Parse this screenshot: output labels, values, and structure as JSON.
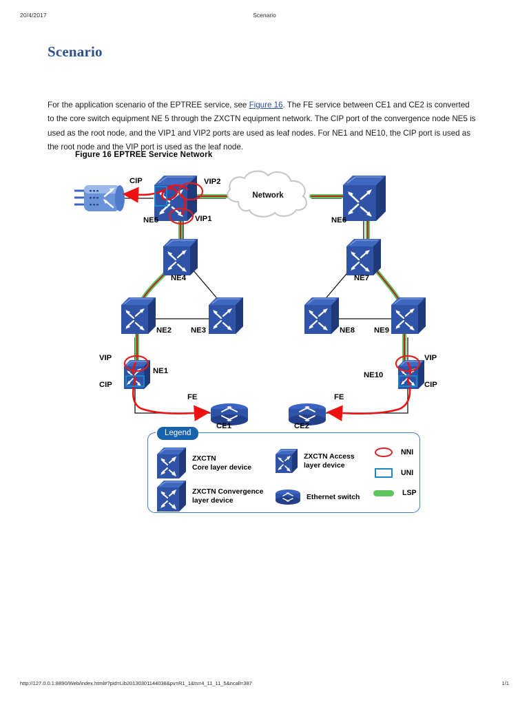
{
  "header": {
    "date": "20/4/2017",
    "title": "Scenario"
  },
  "heading": "Scenario",
  "body": {
    "before_link": "For the application scenario of the EPTREE service, see ",
    "link": "Figure 16",
    "after_link": ". The FE service between CE1 and CE2 is converted to the core switch equipment NE 5 through the ZXCTN equipment network. The CIP port of the convergence node NE5 is used as the root node, and the VIP1 and VIP2 ports are used as leaf nodes. For NE1 and NE10, the CIP port is used as the root node and the VIP port is used as the leaf node."
  },
  "figure": {
    "caption": "Figure 16  EPTREE Service Network",
    "cloud_label": "Network",
    "nodes": [
      {
        "id": "core-switch",
        "label": "",
        "type": "ethernet-core-switch"
      },
      {
        "id": "ne5",
        "label": "NE5",
        "type": "zxctn-core"
      },
      {
        "id": "ne6",
        "label": "NE6",
        "type": "zxctn-core"
      },
      {
        "id": "ne4",
        "label": "NE4",
        "type": "zxctn-convergence"
      },
      {
        "id": "ne7",
        "label": "NE7",
        "type": "zxctn-convergence"
      },
      {
        "id": "ne2",
        "label": "NE2",
        "type": "zxctn-convergence"
      },
      {
        "id": "ne3",
        "label": "NE3",
        "type": "zxctn-convergence"
      },
      {
        "id": "ne8",
        "label": "NE8",
        "type": "zxctn-convergence"
      },
      {
        "id": "ne9",
        "label": "NE9",
        "type": "zxctn-convergence"
      },
      {
        "id": "ne1",
        "label": "NE1",
        "type": "zxctn-access"
      },
      {
        "id": "ne10",
        "label": "NE10",
        "type": "zxctn-access"
      },
      {
        "id": "ce1",
        "label": "CE1",
        "type": "ethernet-switch"
      },
      {
        "id": "ce2",
        "label": "CE2",
        "type": "ethernet-switch"
      }
    ],
    "port_labels": {
      "ne5_cip": "CIP",
      "ne5_vip2": "VIP2",
      "ne5_vip1": "VIP1",
      "ne1_vip": "VIP",
      "ne1_cip": "CIP",
      "ne10_vip": "VIP",
      "ne10_cip": "CIP"
    },
    "link_labels": {
      "ce1_fe": "FE",
      "ce2_fe": "FE"
    }
  },
  "legend": {
    "title": "Legend",
    "entries": [
      {
        "icon": "zxctn-core-device-icon",
        "line1": "ZXCTN",
        "line2": "Core layer device"
      },
      {
        "icon": "zxctn-convergence-device-icon",
        "line1": "ZXCTN Convergence",
        "line2": "layer device"
      },
      {
        "icon": "zxctn-access-device-icon",
        "line1": "ZXCTN Access",
        "line2": "layer device"
      },
      {
        "icon": "ethernet-switch-icon",
        "line1": "Ethernet switch",
        "line2": ""
      }
    ],
    "symbols": [
      {
        "icon": "nni-ellipse-icon",
        "label": "NNI"
      },
      {
        "icon": "uni-rectangle-icon",
        "label": "UNI"
      },
      {
        "icon": "lsp-bar-icon",
        "label": "LSP"
      }
    ]
  },
  "footer": {
    "url": "http://127.0.0.1:8890/Web/index.html#?pid=Lib20130301144038&pv=R1_1&ts=4_11_11_5&ncall=387",
    "page": "1/1"
  },
  "colors": {
    "heading": "#2d4f8e",
    "device_blue": "#2f53a7",
    "nni_red": "#e02020",
    "uni_blue": "#1a86c8",
    "lsp_green": "#5ec45e",
    "legend_border": "#3d7fbf",
    "legend_tab": "#1862ab"
  }
}
